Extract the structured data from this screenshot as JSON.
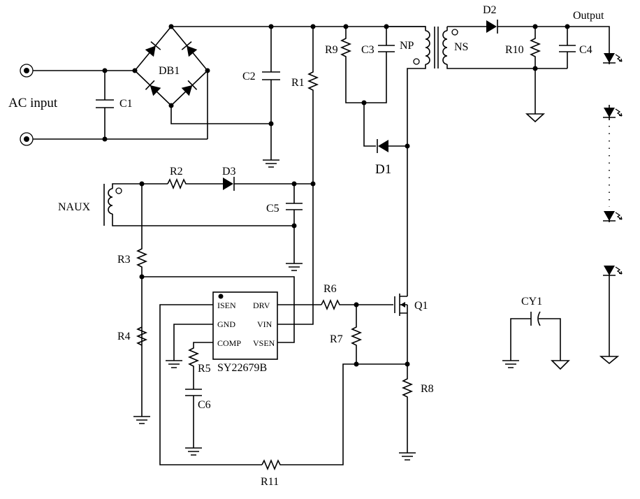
{
  "labels": {
    "ac_input": "AC input",
    "output": "Output",
    "db1": "DB1",
    "c1": "C1",
    "c2": "C2",
    "c3": "C3",
    "c4": "C4",
    "c5": "C5",
    "c6": "C6",
    "r1": "R1",
    "r2": "R2",
    "r3": "R3",
    "r4": "R4",
    "r5": "R5",
    "r6": "R6",
    "r7": "R7",
    "r8": "R8",
    "r9": "R9",
    "r10": "R10",
    "r11": "R11",
    "d1": "D1",
    "d2": "D2",
    "d3": "D3",
    "np": "NP",
    "ns": "NS",
    "naux": "NAUX",
    "q1": "Q1",
    "cy1": "CY1"
  },
  "ic": {
    "name": "SY22679B",
    "pins": {
      "isen": "ISEN",
      "gnd": "GND",
      "comp": "COMP",
      "drv": "DRV",
      "vin": "VIN",
      "vsen": "VSEN"
    }
  },
  "led_string": {
    "count_drawn": 4,
    "continuation": "dotted"
  }
}
